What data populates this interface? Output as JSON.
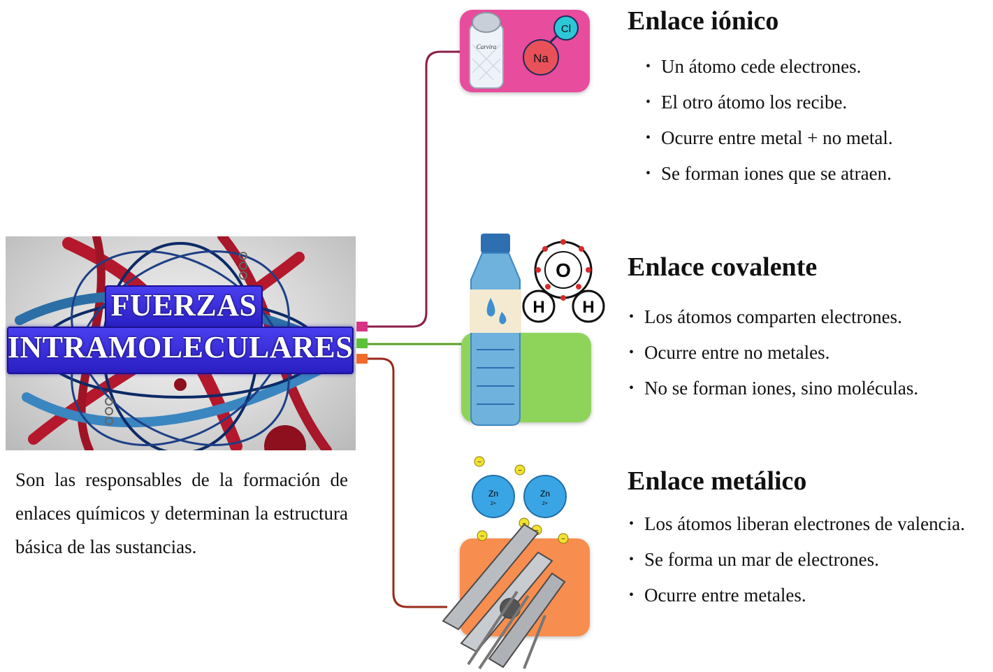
{
  "main": {
    "title_line1": "FUERZAS",
    "title_line2": "INTRAMOLECULARES",
    "description": "Son las responsables de la formación de enlaces químicos y determinan la estructura básica de las sustancias."
  },
  "ionic": {
    "title": "Enlace iónico",
    "bullets": [
      "Un átomo cede electrones.",
      "El otro átomo los recibe.",
      "Ocurre entre metal + no metal.",
      "Se forman iones que se atraen."
    ],
    "image_labels": {
      "cl": "Cl",
      "na": "Na",
      "shaker": "Carvira"
    },
    "color": "#e84c9c"
  },
  "covalent": {
    "title": "Enlace covalente",
    "bullets": [
      "Los átomos comparten electrones.",
      "Ocurre entre no metales.",
      "No se forman iones, sino moléculas."
    ],
    "image_labels": {
      "o": "O",
      "h1": "H",
      "h2": "H"
    },
    "color": "#8fd45a"
  },
  "metallic": {
    "title": "Enlace metálico",
    "bullets": [
      "Los átomos liberan electrones de valencia.",
      "Se forma un mar de electrones.",
      "Ocurre entre metales."
    ],
    "image_labels": {
      "zn": "Zn",
      "charge": "2+",
      "electron": "−"
    },
    "color": "#f78d4e"
  },
  "connector_colors": {
    "ionic": "#8c1d47",
    "covalent": "#5aa126",
    "metallic": "#9a2a1a"
  }
}
